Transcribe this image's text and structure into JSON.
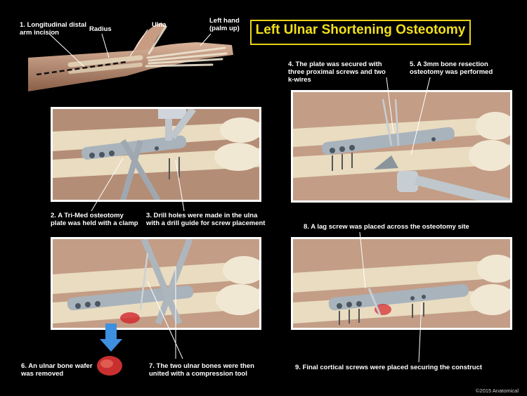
{
  "title": "Left Ulnar Shortening Osteotomy",
  "labels": {
    "l1": "1. Longitudinal distal arm incision",
    "radius": "Radius",
    "ulna": "Ulna",
    "hand": "Left hand (palm up)",
    "l2": "2. A Tri-Med osteotomy plate was held with a clamp",
    "l3": "3. Drill holes were made in the ulna with a drill guide for screw placement",
    "l4": "4. The plate was secured with three proximal screws and two k-wires",
    "l5": "5. A 3mm bone resection osteotomy was performed",
    "l6": "6. An ulnar bone wafer was removed",
    "l7": "7. The two ulnar bones were then united with a compression tool",
    "l8": "8. A lag screw was placed across the osteotomy site",
    "l9": "9. Final cortical screws were placed securing the construct"
  },
  "copyright": "©2015 Anatomical",
  "colors": {
    "title": "#f2df1a",
    "border": "#ffffff",
    "bone": "#e9dcc0",
    "skin": "#caa084",
    "metal": "#a8b3bc",
    "blood": "#d4242b",
    "arrow": "#3d8fe0"
  }
}
